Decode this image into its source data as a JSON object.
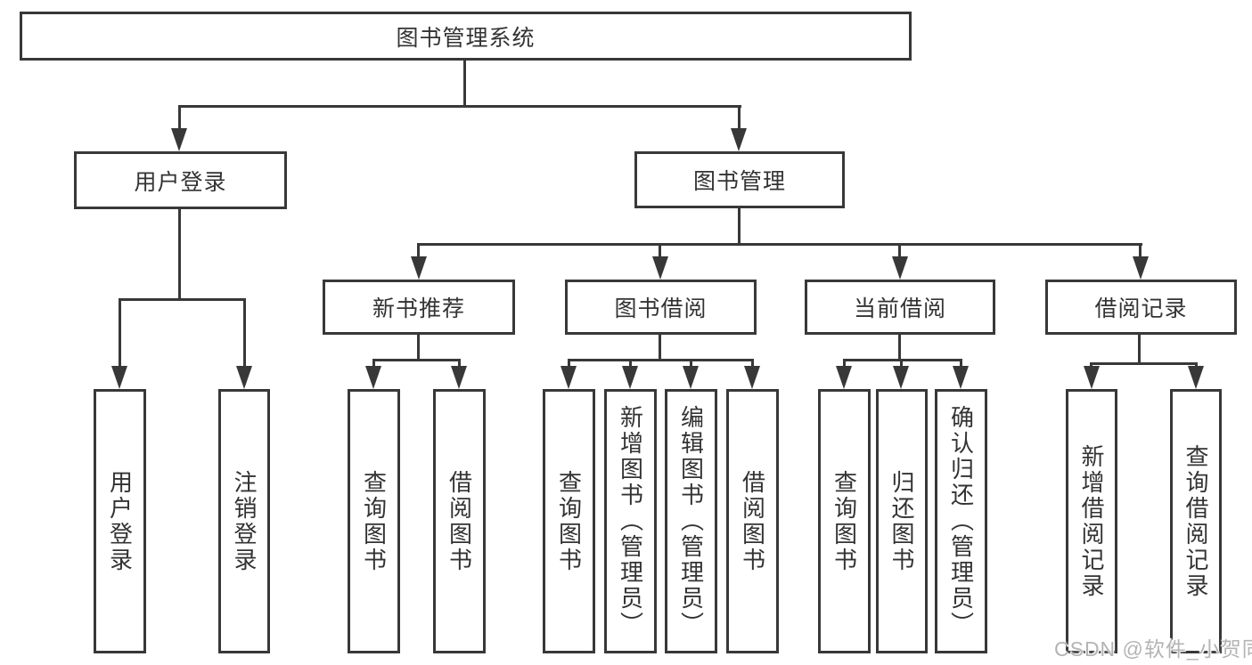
{
  "tree": {
    "label": "图书管理系统",
    "children": [
      {
        "label": "用户登录",
        "children": [
          {
            "label": "用户登录"
          },
          {
            "label": "注销登录"
          }
        ]
      },
      {
        "label": "图书管理",
        "children": [
          {
            "label": "新书推荐",
            "children": [
              {
                "label": "查询图书"
              },
              {
                "label": "借阅图书"
              }
            ]
          },
          {
            "label": "图书借阅",
            "children": [
              {
                "label": "查询图书"
              },
              {
                "label": "新增图书（管理员）"
              },
              {
                "label": "编辑图书（管理员）"
              },
              {
                "label": "借阅图书"
              }
            ]
          },
          {
            "label": "当前借阅",
            "children": [
              {
                "label": "查询图书"
              },
              {
                "label": "归还图书"
              },
              {
                "label": "确认归还（管理员）"
              }
            ]
          },
          {
            "label": "借阅记录",
            "children": [
              {
                "label": "新增借阅记录"
              },
              {
                "label": "查询借阅记录"
              }
            ]
          }
        ]
      }
    ]
  },
  "watermark": {
    "text": "CSDN @软件_小贺同学"
  },
  "colors": {
    "line": "#383838",
    "text": "#333333",
    "background": "#ffffff",
    "watermark": "#b4b4b4"
  }
}
